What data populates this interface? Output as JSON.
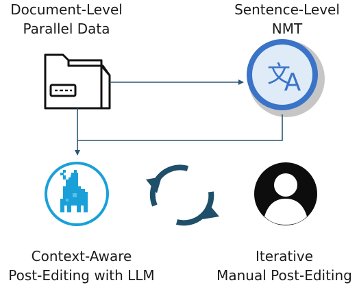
{
  "nodes": {
    "document_data": {
      "line1": "Document-Level",
      "line2": "Parallel Data",
      "icon": "folder-document-icon"
    },
    "sentence_nmt": {
      "line1": "Sentence-Level",
      "line2": "NMT",
      "icon": "translate-icon"
    },
    "llm_post_editing": {
      "line1": "Context-Aware",
      "line2": "Post-Editing with LLM",
      "icon": "llama-icon"
    },
    "cycle": {
      "icon": "refresh-cycle-icon"
    },
    "manual_post_editing": {
      "line1": "Iterative",
      "line2": "Manual Post-Editing",
      "icon": "person-icon"
    }
  },
  "colors": {
    "arrow": "#2b5777",
    "llama_blue": "#1aa0d8",
    "translate_circle": "#3a73c8",
    "translate_inner": "#dfecf8",
    "translate_shadow": "#c6c6c6",
    "cycle_color": "#1f4f69",
    "person_dark": "#0d0d0d"
  }
}
